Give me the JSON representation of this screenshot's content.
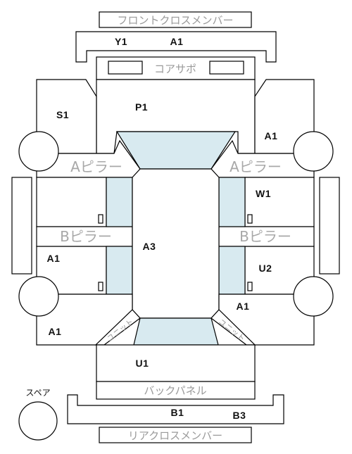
{
  "labels": {
    "front_cross_member": "フロントクロスメンバー",
    "core_support": "コアサポ",
    "a_pillar_left": "Aピラー",
    "a_pillar_right": "Aピラー",
    "b_pillar_left": "Bピラー",
    "b_pillar_right": "Bピラー",
    "unit_left": "ユニット",
    "unit_right": "ユニット",
    "back_panel": "バックパネル",
    "spare": "スペア",
    "rear_cross_member": "リアクロスメンバー"
  },
  "codes": {
    "front_member_left": "Y1",
    "front_member_right": "A1",
    "front_left_fender": "S1",
    "hood": "P1",
    "front_right_fender": "A1",
    "front_right_door": "W1",
    "rear_left_door": "A1",
    "roof": "A3",
    "rear_right_door": "U2",
    "right_quarter": "A1",
    "left_quarter": "A1",
    "trunk": "U1",
    "rear_member_left": "B1",
    "rear_member_right": "B3"
  }
}
